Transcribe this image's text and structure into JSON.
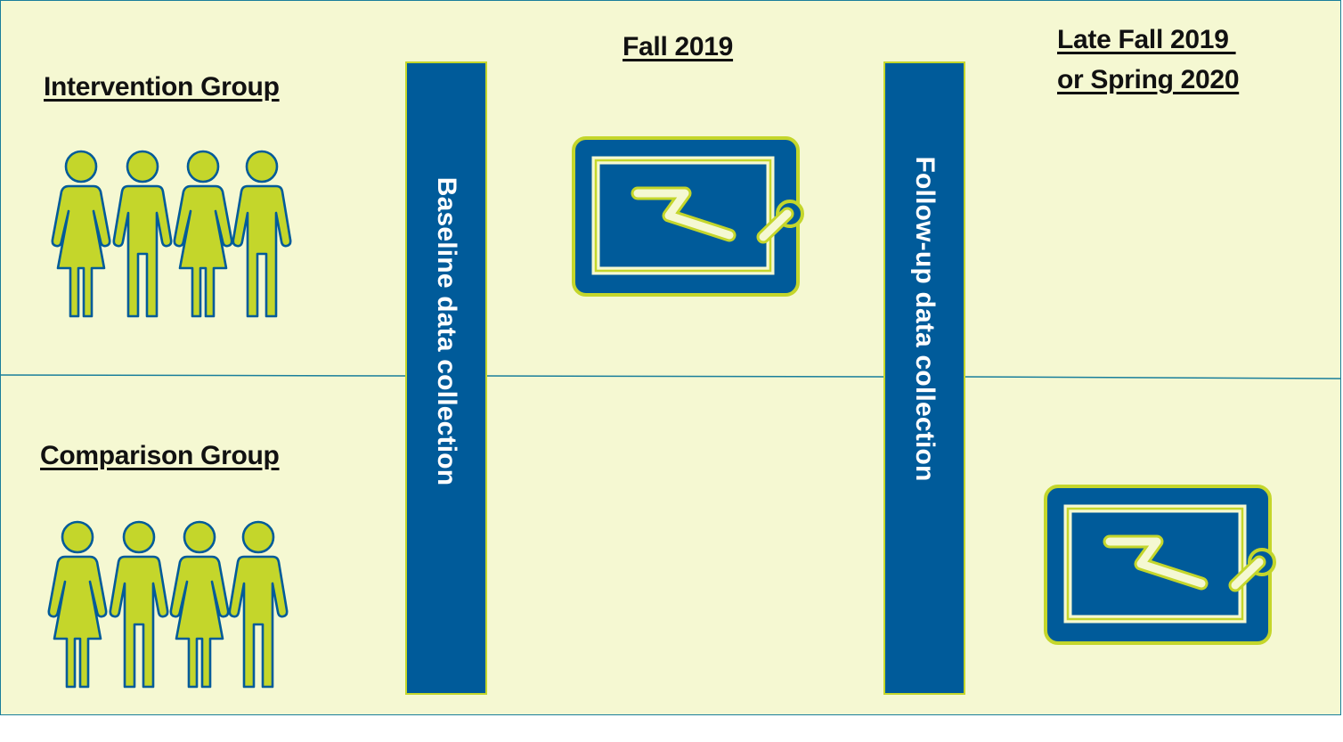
{
  "groups": {
    "intervention": "Intervention Group",
    "comparison": "Comparison Group"
  },
  "phases": {
    "fall": "Fall 2019",
    "late_line1": "Late Fall 2019 ",
    "late_line2": "or Spring 2020"
  },
  "bars": {
    "baseline": "Baseline data collection",
    "followup": "Follow-up data collection"
  },
  "icons": {
    "people": "people-group-icon",
    "tablet": "tablet-stylus-icon"
  },
  "colors": {
    "background": "#f5f8d2",
    "bar_blue": "#005b9a",
    "accent_lime": "#c4d62b",
    "outline_teal": "#1a7f9b"
  }
}
